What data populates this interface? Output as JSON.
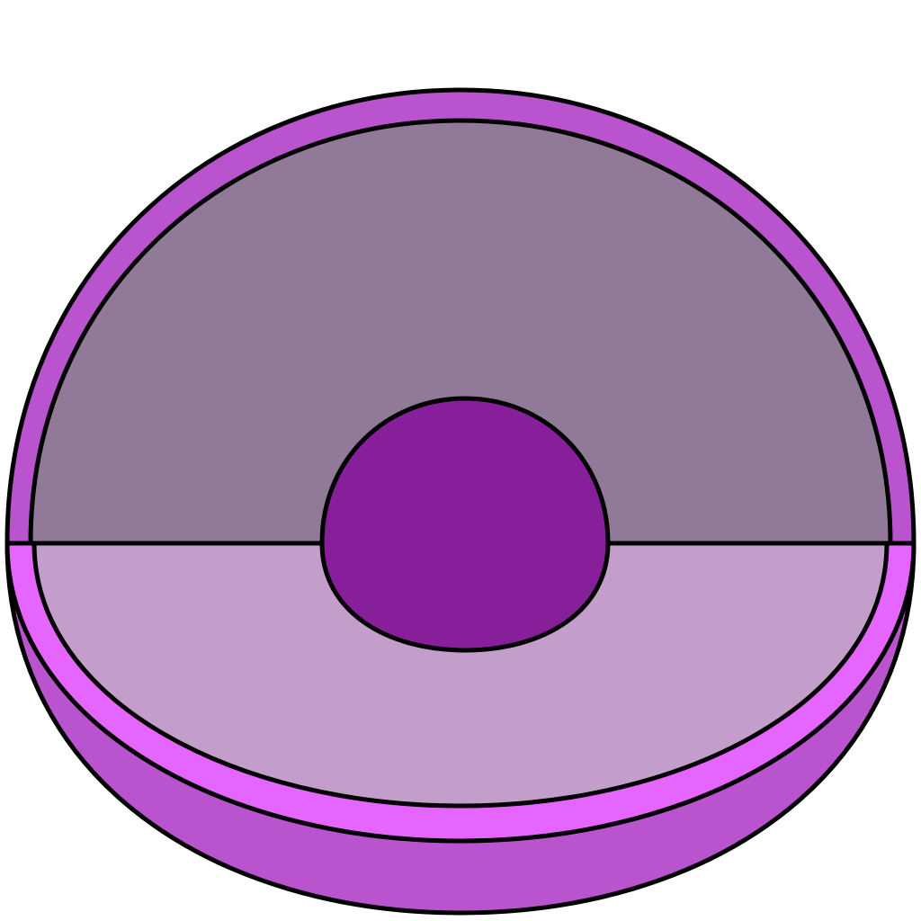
{
  "diagram": {
    "subject": "cell-cross-section",
    "parts": [
      {
        "id": "outer-membrane",
        "color": "#B953CE"
      },
      {
        "id": "membrane-rim-highlight",
        "color": "#E566FF"
      },
      {
        "id": "back-wall-cytoplasm",
        "color": "#917A98"
      },
      {
        "id": "cut-surface-cytoplasm",
        "color": "#C49ECA"
      },
      {
        "id": "nucleus",
        "color": "#861F99"
      }
    ],
    "outline_color": "#000000"
  }
}
